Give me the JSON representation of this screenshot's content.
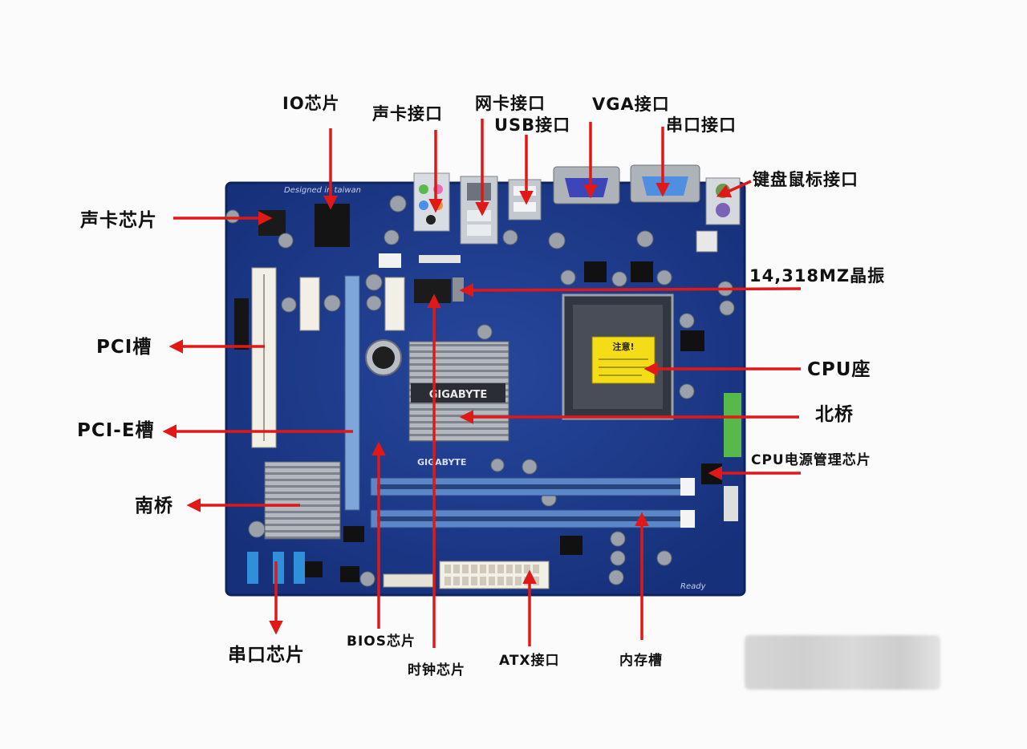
{
  "labels": {
    "io_chip": "IO芯片",
    "audio_port": "声卡接口",
    "lan_port": "网卡接口",
    "usb_port": "USB接口",
    "vga_port": "VGA接口",
    "serial_port": "串口接口",
    "ps2_port": "键盘鼠标接口",
    "audio_chip": "声卡芯片",
    "crystal": "14,318MZ晶振",
    "pci_slot": "PCI槽",
    "cpu_socket": "CPU座",
    "pcie_slot": "PCI-E槽",
    "northbridge": "北桥",
    "cpu_power_chip": "CPU电源管理芯片",
    "southbridge": "南桥",
    "serial_chip": "串口芯片",
    "bios_chip": "BIOS芯片",
    "clock_chip": "时钟芯片",
    "atx_port": "ATX接口",
    "memory_slot": "内存槽"
  },
  "board_print": {
    "brand": "GIGABYTE",
    "fcc_brand": "GIGABYTE",
    "designed": "Designed in taiwan",
    "cpu_sticker": "注意!",
    "ready": "Ready"
  },
  "colors": {
    "pcb": "#1d3a8a",
    "arrow": "#e01818",
    "pcie_slot": "#7fa6d9",
    "dimm_slot": "#5b86c8",
    "pci_slot": "#f2efe6",
    "heatsink": "#a9adb4",
    "cpu_sticker": "#f4dc16"
  }
}
